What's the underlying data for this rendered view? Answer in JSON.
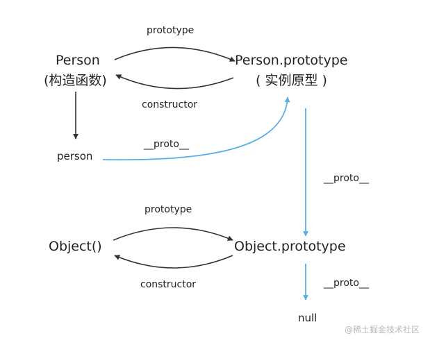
{
  "nodes": {
    "person_ctor": "Person",
    "person_ctor_sub": "(构造函数)",
    "person_proto": "Person.prototype",
    "person_proto_sub": "( 实例原型 )",
    "person_instance": "person",
    "object_ctor": "Object()",
    "object_proto": "Object.prototype",
    "null_value": "null"
  },
  "edges": {
    "prototype_top": "prototype",
    "constructor_top": "constructor",
    "proto_person": "__proto__",
    "proto_person_prototype": "__proto__",
    "prototype_bottom": "prototype",
    "constructor_bottom": "constructor",
    "proto_object_prototype": "__proto__"
  },
  "watermark": "@稀土掘金技术社区",
  "colors": {
    "line_dark": "#333333",
    "line_blue": "#5aaee8"
  }
}
